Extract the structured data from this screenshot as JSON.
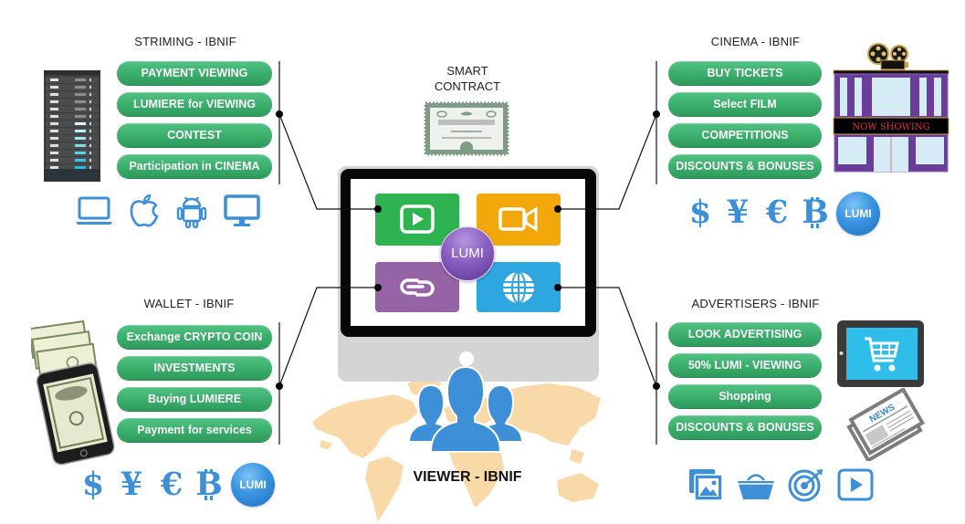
{
  "streaming": {
    "title": "STRIMING - IBNIF",
    "items": [
      "PAYMENT VIEWING",
      "LUMIERE for VIEWING",
      "CONTEST",
      "Participation in CINEMA"
    ],
    "platform_icons": [
      "laptop-icon",
      "apple-icon",
      "android-icon",
      "monitor-icon"
    ]
  },
  "cinema": {
    "title": "CINEMA - IBNIF",
    "items": [
      "BUY TICKETS",
      "Select FILM",
      "COMPETITIONS",
      "DISCOUNTS & BONUSES"
    ],
    "marquee": "NOW SHOWING",
    "currencies": [
      {
        "name": "dollar",
        "symbol": "$"
      },
      {
        "name": "yen",
        "symbol": "¥"
      },
      {
        "name": "euro",
        "symbol": "€"
      },
      {
        "name": "bitcoin",
        "symbol": "B"
      }
    ],
    "token": "LUMI"
  },
  "wallet": {
    "title": "WALLET - IBNIF",
    "items": [
      "Exchange CRYPTO COIN",
      "INVESTMENTS",
      "Buying LUMIERE",
      "Payment for services"
    ],
    "currencies": [
      {
        "name": "dollar",
        "symbol": "$"
      },
      {
        "name": "yen",
        "symbol": "¥"
      },
      {
        "name": "euro",
        "symbol": "€"
      },
      {
        "name": "bitcoin",
        "symbol": "B"
      }
    ],
    "token": "LUMI"
  },
  "advertisers": {
    "title": "ADVERTISERS - IBNIF",
    "items": [
      "LOOK ADVERTISING",
      "50% LUMI -  VIEWING",
      "Shopping",
      "DISCOUNTS & BONUSES"
    ],
    "newspaper_label": "NEWS",
    "media_icons": [
      "gallery-icon",
      "basket-icon",
      "target-icon",
      "play-icon"
    ]
  },
  "center": {
    "smart_contract": {
      "line1": "SMART",
      "line2": "CONTRACT"
    },
    "hub_token": "LUMI",
    "tiles": [
      {
        "icon": "play-icon",
        "color": "#2db34f"
      },
      {
        "icon": "video-camera-icon",
        "color": "#f2a80a"
      },
      {
        "icon": "link-icon",
        "color": "#9563a6"
      },
      {
        "icon": "globe-icon",
        "color": "#2ea6e0"
      }
    ],
    "viewer_title": "VIEWER - IBNIF"
  },
  "colors": {
    "pill_green": "#3aae6b",
    "icon_blue": "#3d8fd8",
    "map_beige": "#f9d9a8",
    "monitor_gray": "#d4d4d4",
    "cinema_purple": "#6a3d98"
  }
}
